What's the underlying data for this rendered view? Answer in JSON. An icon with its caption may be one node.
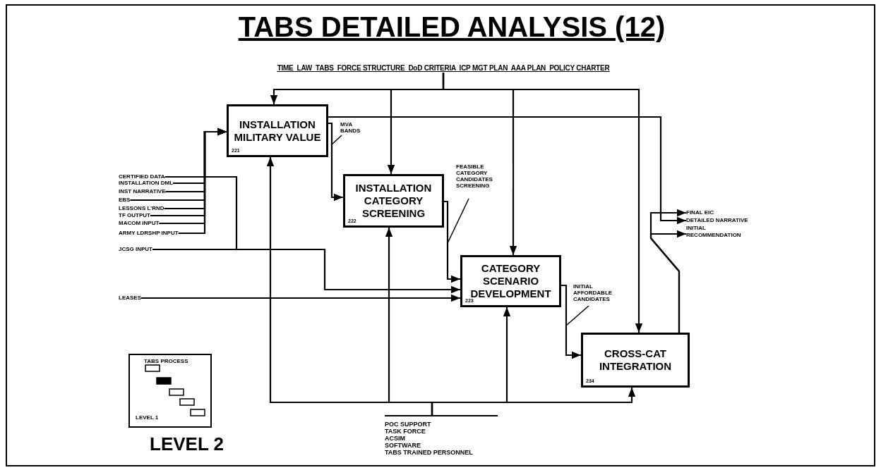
{
  "diagram": {
    "title": "TABS DETAILED ANALYSIS (12)",
    "nodes": [
      {
        "text": [
          "INSTALLATION MILITARY VALUE",
          "221"
        ]
      },
      {
        "text": [
          "INSTALLATION CATEGORY SCREENING",
          "222"
        ]
      },
      {
        "text": [
          "CATEGORY SCENARIO DEVELOPMENT",
          "223"
        ]
      },
      {
        "text": [
          "CROSS-CAT INTEGRATION",
          "234"
        ]
      },
      {
        "text": [
          "TIME  LAW  TABS  FORCE STRUCTURE  DoD CRITERIA  ICP MGT PLAN  AAA PLAN  POLICY CHARTER"
        ]
      },
      {
        "text": [
          "POC SUPPORT",
          "TASK FORCE",
          "ACSIM",
          "SOFTWARE",
          "TABS TRAINED PERSONNEL"
        ]
      },
      {
        "text": [
          "CERTIFIED DATA"
        ]
      },
      {
        "text": [
          "INSTALLATION DML"
        ]
      },
      {
        "text": [
          "INST NARRATIVE"
        ]
      },
      {
        "text": [
          "EBS"
        ]
      },
      {
        "text": [
          "LESSONS L'RND"
        ]
      },
      {
        "text": [
          "TF OUTPUT"
        ]
      },
      {
        "text": [
          "MACOM INPUT"
        ]
      },
      {
        "text": [
          "ARMY LDRSHP INPUT"
        ]
      },
      {
        "text": [
          "JCSG INPUT"
        ]
      },
      {
        "text": [
          "LEASES"
        ]
      },
      {
        "text": [
          "FINAL EIC"
        ]
      },
      {
        "text": [
          "DETAILED NARRATIVE"
        ]
      },
      {
        "text": [
          "INITIAL RECOMMENDATION"
        ]
      },
      {
        "text": [
          "TABS PROCESS",
          "LEVEL 1"
        ]
      }
    ],
    "edges": [
      {
        "from": 4,
        "to": 0,
        "arrow": "to"
      },
      {
        "from": 4,
        "to": 1,
        "arrow": "to"
      },
      {
        "from": 4,
        "to": 2,
        "arrow": "to"
      },
      {
        "from": 4,
        "to": 3,
        "arrow": "to"
      },
      {
        "from": 5,
        "to": 0,
        "arrow": "to"
      },
      {
        "from": 5,
        "to": 1,
        "arrow": "to"
      },
      {
        "from": 5,
        "to": 2,
        "arrow": "to"
      },
      {
        "from": 5,
        "to": 3,
        "arrow": "to"
      },
      {
        "from": 6,
        "to": 0,
        "arrow": "to"
      },
      {
        "from": 7,
        "to": 0,
        "arrow": "to"
      },
      {
        "from": 8,
        "to": 0,
        "arrow": "to"
      },
      {
        "from": 9,
        "to": 0,
        "arrow": "to"
      },
      {
        "from": 10,
        "to": 0,
        "arrow": "to"
      },
      {
        "from": 11,
        "to": 0,
        "arrow": "to"
      },
      {
        "from": 12,
        "to": 0,
        "arrow": "to"
      },
      {
        "from": 13,
        "to": 0,
        "arrow": "to"
      },
      {
        "from": 14,
        "to": 0,
        "arrow": "to"
      },
      {
        "from": 14,
        "to": 2,
        "arrow": "to"
      },
      {
        "from": 15,
        "to": 2,
        "arrow": "to"
      },
      {
        "from": 0,
        "to": 1,
        "arrow": "to",
        "label": "MVA BANDS"
      },
      {
        "from": 1,
        "to": 2,
        "arrow": "to",
        "label": "FEASIBLE CATEGORY CANDIDATES SCREENING"
      },
      {
        "from": 2,
        "to": 3,
        "arrow": "to",
        "label": "INITIAL AFFORDABLE CANDIDATES"
      },
      {
        "from": 0,
        "to": 17,
        "arrow": "to"
      },
      {
        "from": 3,
        "to": 16,
        "arrow": "to"
      },
      {
        "from": 3,
        "to": 18,
        "arrow": "to"
      }
    ],
    "labels": [
      "LEVEL 2"
    ]
  }
}
